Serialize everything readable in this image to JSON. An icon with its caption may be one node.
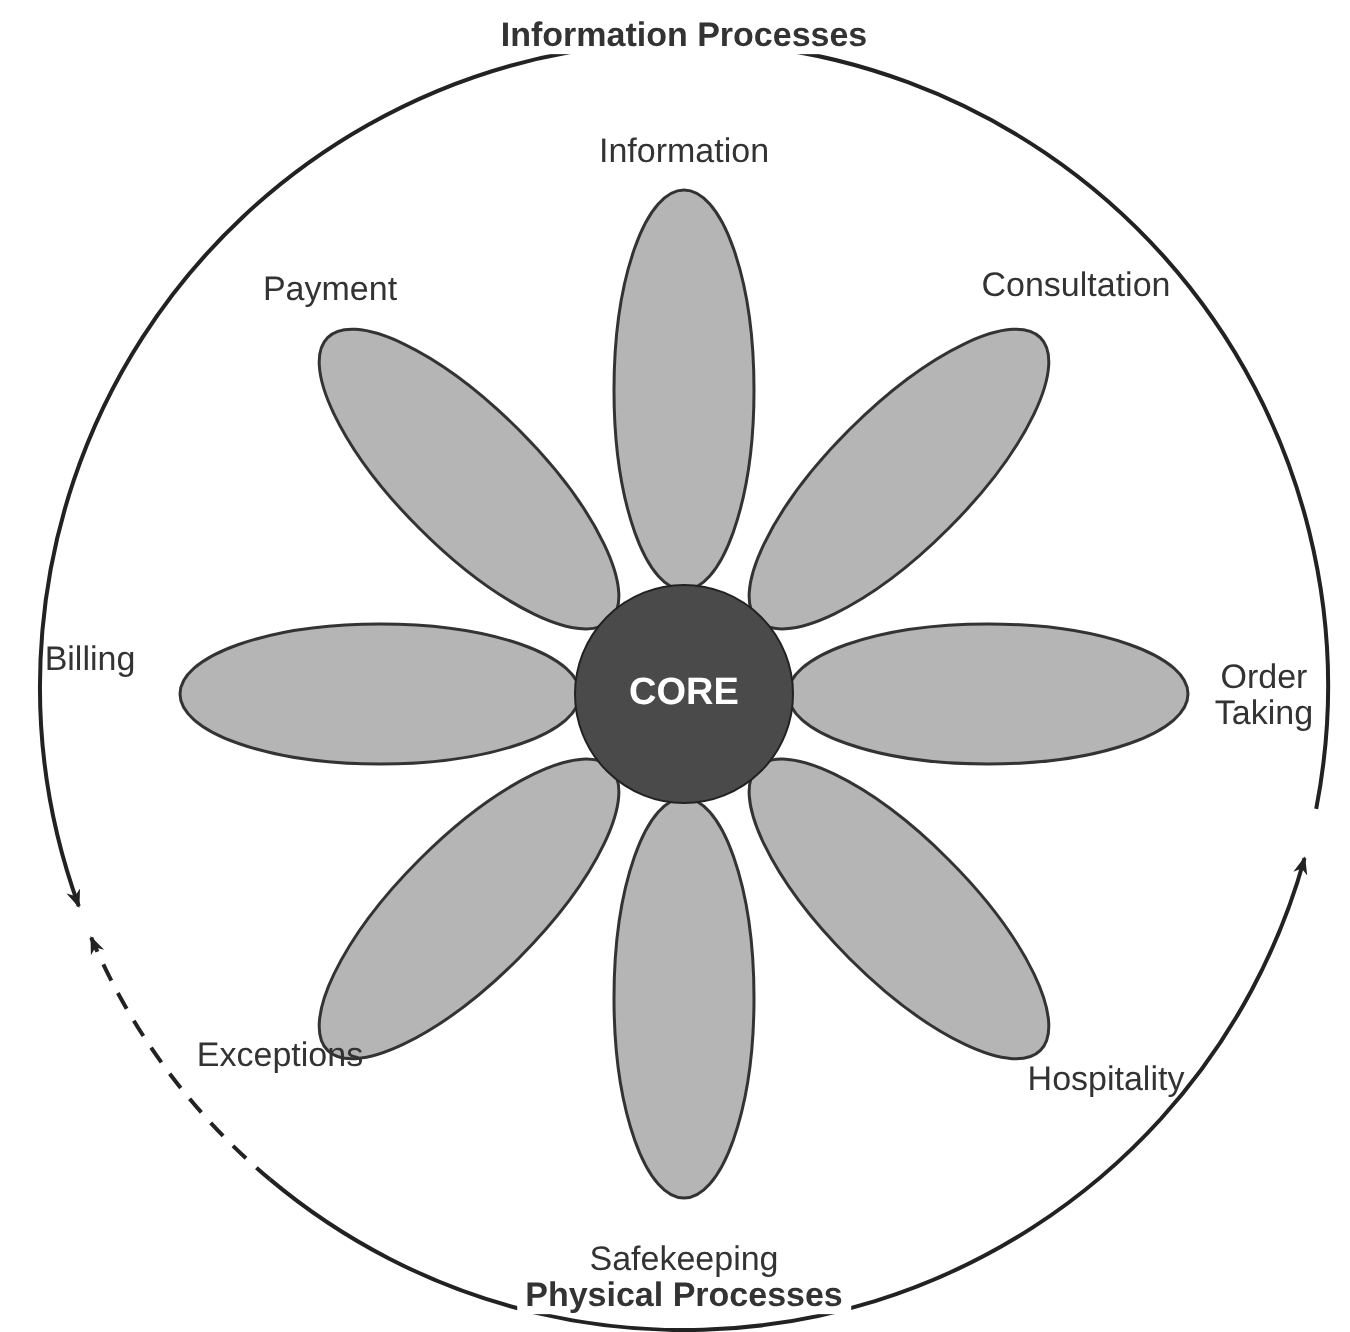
{
  "diagram": {
    "nodes": [
      {
        "text": [
          "CORE"
        ]
      },
      {
        "text": [],
        "shape": "ellipse",
        "beside": [
          "Information"
        ]
      },
      {
        "text": [],
        "shape": "ellipse",
        "beside": [
          "Consultation"
        ]
      },
      {
        "text": [],
        "shape": "ellipse",
        "beside": [
          "Order Taking"
        ]
      },
      {
        "text": [],
        "shape": "ellipse",
        "beside": [
          "Hospitality"
        ]
      },
      {
        "text": [],
        "shape": "ellipse",
        "beside": [
          "Safekeeping"
        ]
      },
      {
        "text": [],
        "shape": "ellipse",
        "beside": [
          "Exceptions"
        ]
      },
      {
        "text": [],
        "shape": "ellipse",
        "beside": [
          "Billing"
        ]
      },
      {
        "text": [],
        "shape": "ellipse",
        "beside": [
          "Payment"
        ]
      }
    ],
    "labels": [
      "Information Processes",
      "Physical Processes"
    ]
  }
}
